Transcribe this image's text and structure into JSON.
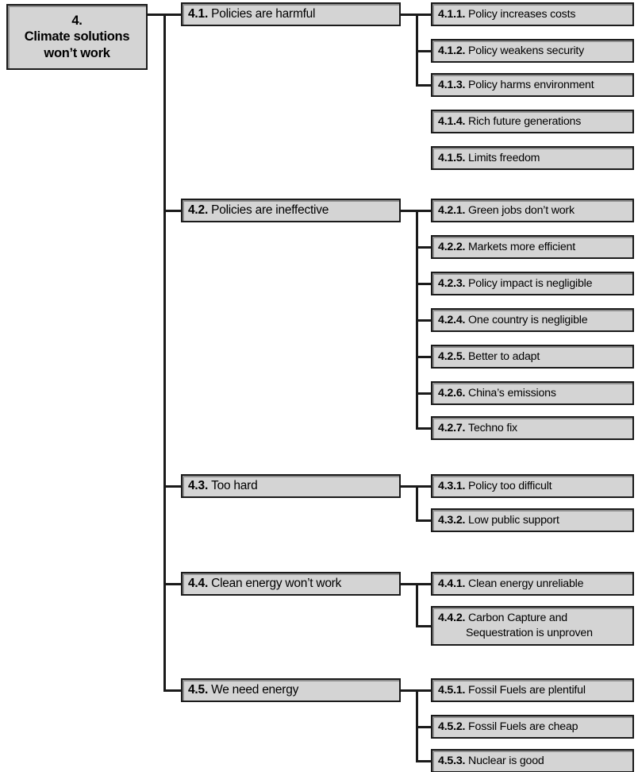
{
  "diagram": {
    "title": "Climate solutions won't work - argument taxonomy",
    "type": "hierarchy-tree",
    "orientation": "left-to-right",
    "colors": {
      "node_fill": "#d4d4d4",
      "node_border": "#1a1a1a",
      "connector": "#1a1a1a",
      "background": "#ffffff",
      "text": "#000000"
    },
    "root": {
      "number": "4.",
      "line1": "Climate solutions",
      "line2": "won’t work"
    },
    "branches": [
      {
        "number": "4.1.",
        "label": "Policies are harmful",
        "children": [
          {
            "number": "4.1.1.",
            "label": "Policy increases costs",
            "connected": true
          },
          {
            "number": "4.1.2.",
            "label": "Policy weakens security",
            "connected": true
          },
          {
            "number": "4.1.3.",
            "label": "Policy harms environment",
            "connected": true
          },
          {
            "number": "4.1.4.",
            "label": "Rich future generations",
            "connected": false
          },
          {
            "number": "4.1.5.",
            "label": "Limits freedom",
            "connected": false
          }
        ]
      },
      {
        "number": "4.2.",
        "label": "Policies are ineffective",
        "children": [
          {
            "number": "4.2.1.",
            "label": "Green jobs don’t work",
            "connected": true
          },
          {
            "number": "4.2.2.",
            "label": "Markets more efficient",
            "connected": true
          },
          {
            "number": "4.2.3.",
            "label": "Policy impact is negligible",
            "connected": true
          },
          {
            "number": "4.2.4.",
            "label": "One country is negligible",
            "connected": true
          },
          {
            "number": "4.2.5.",
            "label": "Better to adapt",
            "connected": true
          },
          {
            "number": "4.2.6.",
            "label": "China’s emissions",
            "connected": true
          },
          {
            "number": "4.2.7.",
            "label": "Techno fix",
            "connected": true
          }
        ]
      },
      {
        "number": "4.3.",
        "label": "Too hard",
        "children": [
          {
            "number": "4.3.1.",
            "label": "Policy too difficult",
            "connected": true
          },
          {
            "number": "4.3.2.",
            "label": "Low public support",
            "connected": true
          }
        ]
      },
      {
        "number": "4.4.",
        "label": "Clean energy won’t work",
        "children": [
          {
            "number": "4.4.1.",
            "label": "Clean energy unreliable",
            "connected": true
          },
          {
            "number": "4.4.2.",
            "label": "Carbon Capture and",
            "label_line2": "Sequestration is unproven",
            "connected": true,
            "two_line": true
          }
        ]
      },
      {
        "number": "4.5.",
        "label": "We need energy",
        "children": [
          {
            "number": "4.5.1.",
            "label": "Fossil Fuels are plentiful",
            "connected": true
          },
          {
            "number": "4.5.2.",
            "label": "Fossil Fuels are cheap",
            "connected": true
          },
          {
            "number": "4.5.3.",
            "label": "Nuclear is good",
            "connected": true
          }
        ]
      }
    ]
  }
}
